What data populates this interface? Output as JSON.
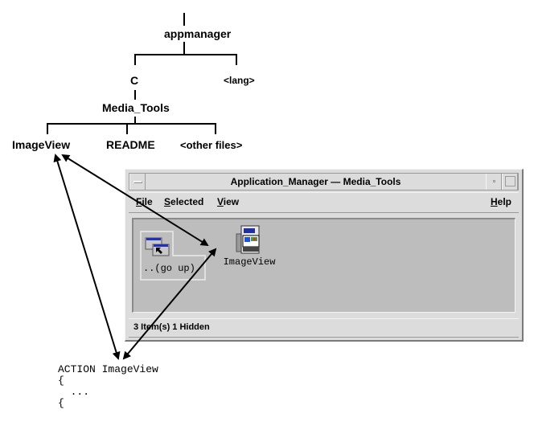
{
  "tree": {
    "root": "appmanager",
    "level1": [
      "C",
      "<lang>"
    ],
    "level2": "Media_Tools",
    "level3": [
      "ImageView",
      "README",
      "<other files>"
    ]
  },
  "window": {
    "title": "Application_Manager — Media_Tools",
    "menu": {
      "file": {
        "mnemonic": "F",
        "rest": "ile"
      },
      "selected": {
        "mnemonic": "S",
        "rest": "elected"
      },
      "view": {
        "mnemonic": "V",
        "rest": "iew"
      },
      "help": {
        "mnemonic": "H",
        "rest": "elp"
      }
    },
    "items": [
      {
        "label": "..(go up)",
        "icon": "folder-up-icon"
      },
      {
        "label": "ImageView",
        "icon": "application-icon"
      }
    ],
    "status": "3 Item(s) 1 Hidden"
  },
  "code": {
    "line1": "ACTION ImageView",
    "line2": "{",
    "line3": "  ...",
    "line4": "{"
  }
}
